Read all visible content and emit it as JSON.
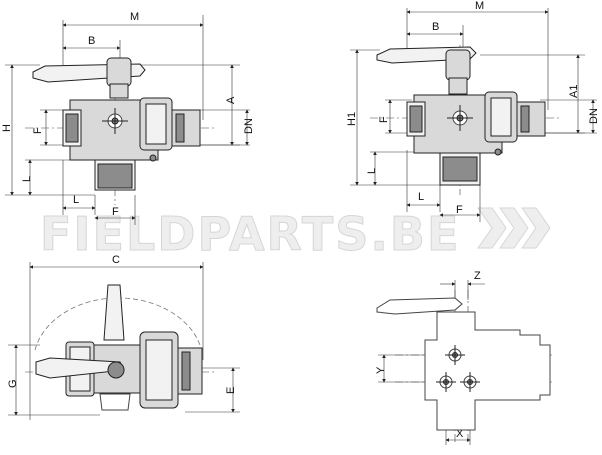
{
  "watermark": "FIELDPARTS.BE",
  "views": {
    "top_left": {
      "dims": {
        "M": "M",
        "B": "B",
        "H": "H",
        "F": "F",
        "A": "A",
        "DN": "DN",
        "L_left": "L",
        "L_bottom": "L",
        "F_bottom": "F"
      }
    },
    "top_right": {
      "dims": {
        "M": "M",
        "B": "B",
        "H1": "H1",
        "F": "F",
        "A1": "A1",
        "DN": "DN",
        "L_left": "L",
        "L_bottom": "L",
        "F_bottom": "F"
      }
    },
    "bottom_left": {
      "dims": {
        "C": "C",
        "G": "G",
        "E": "E"
      }
    },
    "bottom_right": {
      "dims": {
        "Z": "Z",
        "Y": "Y",
        "X": "X"
      }
    }
  },
  "colors": {
    "body": "#d9d9d9",
    "dark": "#8c8c8c",
    "line": "#222222",
    "watermark": "#d6d6d6"
  }
}
